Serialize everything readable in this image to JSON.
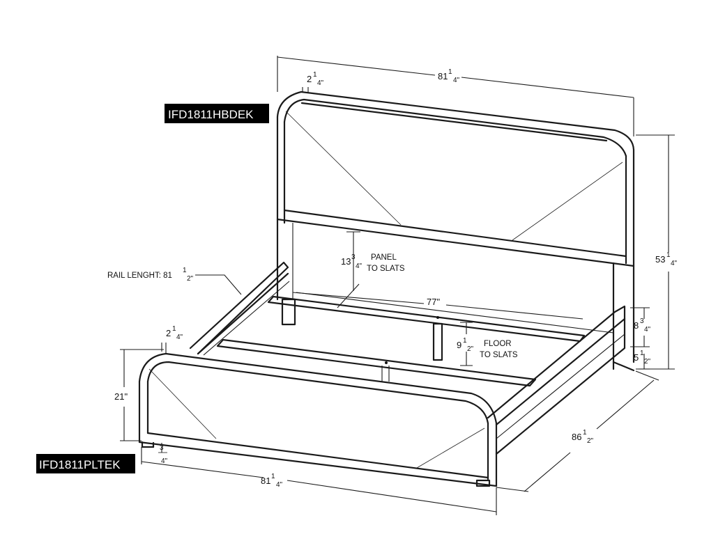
{
  "labels": {
    "headboard_code": "IFD1811HBDEK",
    "footboard_code": "IFD1811PLTEK",
    "rail_length_prefix": "RAIL LENGHT: 81",
    "panel_note_line1": "PANEL",
    "panel_note_line2": "TO SLATS",
    "floor_note_line1": "FLOOR",
    "floor_note_line2": "TO SLATS"
  },
  "dimensions": {
    "headboard_width": "81",
    "headboard_height": "53",
    "rail_thickness_top": "2",
    "footboard_rail_thickness": "2",
    "panel_to_slats": "13",
    "inner_width": "77\"",
    "floor_to_slats": "9",
    "footboard_height": "21\"",
    "footboard_leg": "3",
    "footboard_width": "81",
    "overall_length": "86",
    "side_rail_height": "8",
    "side_rail_clearance": "5"
  },
  "fractions": {
    "quarter_num": "1",
    "quarter_den": "4\"",
    "half_num": "1",
    "half_den": "2\"",
    "three_quarter_num": "3",
    "three_quarter_den": "4\"",
    "three_quarter_den_plain": "4\""
  }
}
